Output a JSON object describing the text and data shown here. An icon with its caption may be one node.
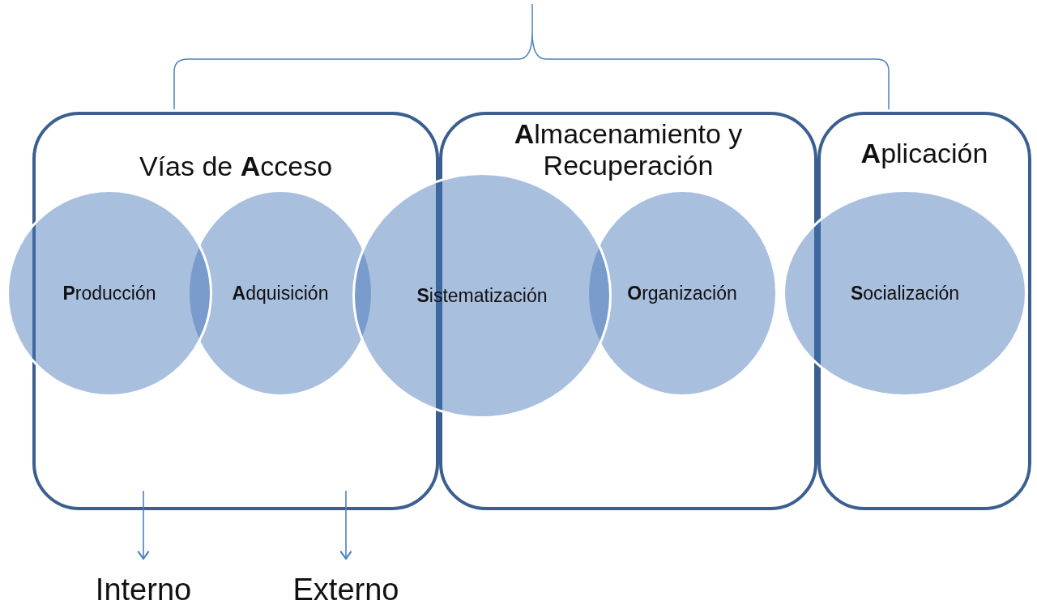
{
  "diagram": {
    "nodes": [
      {
        "text": [
          "Vías de **A**cceso"
        ]
      },
      {
        "text": [
          "**A**lmacenamiento y Recuperación"
        ]
      },
      {
        "text": [
          "**A**plicación"
        ]
      },
      {
        "text": [
          "**P**roducción"
        ]
      },
      {
        "text": [
          "**A**dquisición"
        ],
        "in": 0
      },
      {
        "text": [
          "**S**istematización"
        ]
      },
      {
        "text": [
          "**O**rganización"
        ],
        "in": 1
      },
      {
        "text": [
          "**S**ocialización"
        ]
      },
      {
        "text": [
          "Interno"
        ]
      },
      {
        "text": [
          "Externo"
        ]
      }
    ],
    "edges": [
      {
        "from": 0,
        "to": 8,
        "arrow": "to"
      },
      {
        "from": 0,
        "to": 9,
        "arrow": "to"
      }
    ]
  }
}
